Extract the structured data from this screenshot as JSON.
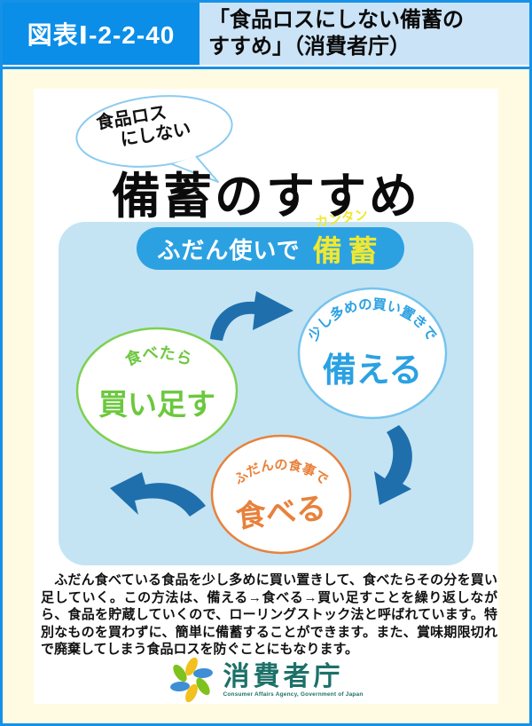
{
  "header": {
    "figure_label": "図表Ⅰ-2-2-40",
    "figure_title": "「食品ロスにしない備蓄の\nすすめ」（消費者庁）"
  },
  "poster": {
    "bubble": {
      "line1": "食品ロス",
      "line2": "にしない"
    },
    "title": "備蓄のすすめ",
    "banner": {
      "normal": "ふだん使いで",
      "small_yellow": "カンタン",
      "big_yellow": "備蓄"
    },
    "cycle": [
      {
        "top_label": "少し多めの買い置きで",
        "main": "備える",
        "color": "#2BA1E2"
      },
      {
        "top_label": "ふだんの食事で",
        "main": "食べる",
        "color": "#E8813B"
      },
      {
        "top_label": "食べたら",
        "main": "買い足す",
        "color": "#6CC83E"
      }
    ],
    "description": "　ふだん食べている食品を少し多めに買い置きして、食べたらその分を買い足していく。この方法は、備える→食べる→買い足すことを繰り返しながら、食品を貯蔵していくので、ローリングストック法と呼ばれています。特別なものを買わずに、簡単に備蓄することができます。また、賞味期限切れで廃棄してしまう食品ロスを防ぐことにもなります。"
  },
  "logo": {
    "name_ja": "消費者庁",
    "name_en": "Consumer Affairs Agency, Government of Japan"
  },
  "colors": {
    "frame_blue": "#1691E8",
    "header_label_bg": "#0A8EE8",
    "header_title_bg": "#CBE3F6",
    "page_margin_bg": "#FFFBE2",
    "diagram_bg": "#C4E4F3",
    "pill_bg": "#2BA1E2",
    "accent_yellow": "#F0E832",
    "arrow_blue": "#1F6FAD",
    "cycle_blue": "#2BA1E2",
    "cycle_orange": "#E8813B",
    "cycle_green": "#6CC83E",
    "logo_teal": "#1D7168"
  }
}
